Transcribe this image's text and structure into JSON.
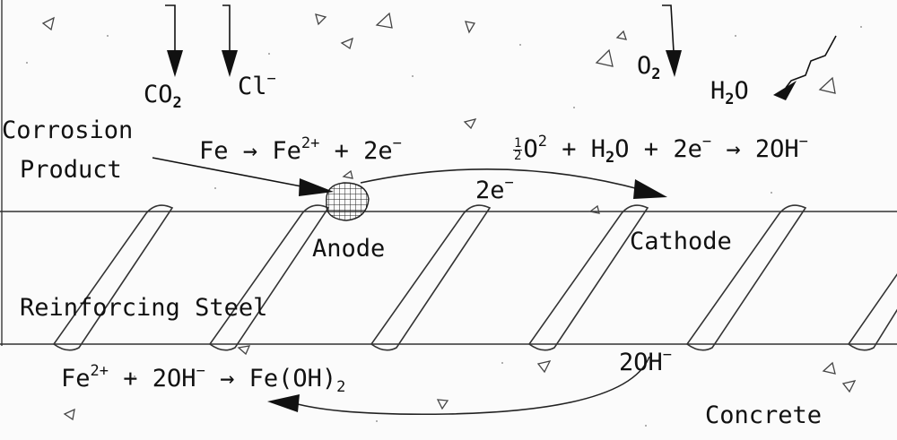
{
  "diagram": {
    "agents": {
      "co2": "CO",
      "co2_sub": "2",
      "cl": "Cl",
      "cl_sup": "−",
      "o2": "O",
      "o2_sub": "2",
      "h2o_h": "H",
      "h2o_sub": "2",
      "h2o_o": "O"
    },
    "labels": {
      "corrosion": "Corrosion",
      "product": "Product",
      "anode": "Anode",
      "cathode": "Cathode",
      "steel": "Reinforcing Steel",
      "concrete": "Concrete",
      "electrons": "2e",
      "electrons_sup": "−",
      "hydroxide": "2OH",
      "hydroxide_sup": "−"
    },
    "anode_reaction": {
      "left": "Fe",
      "arrow": "→",
      "product": "Fe",
      "product_sup": "2+",
      "plus": "+",
      "electrons": "2e",
      "electrons_sup": "−"
    },
    "cathode_reaction": {
      "half_num": "1",
      "half_den": "2",
      "o": "O",
      "o_sup": "2",
      "plus1": "+",
      "water_h": "H",
      "water_sub": "2",
      "water_o": "O",
      "plus2": "+",
      "electrons": "2e",
      "electrons_sup": "−",
      "arrow": "→",
      "product": "2OH",
      "product_sup": "−"
    },
    "hydroxide_reaction": {
      "fe": "Fe",
      "fe_sup": "2+",
      "plus": "+",
      "oh": "2OH",
      "oh_sup": "−",
      "arrow": "→",
      "product": "Fe(OH)",
      "product_sub": "2"
    }
  }
}
